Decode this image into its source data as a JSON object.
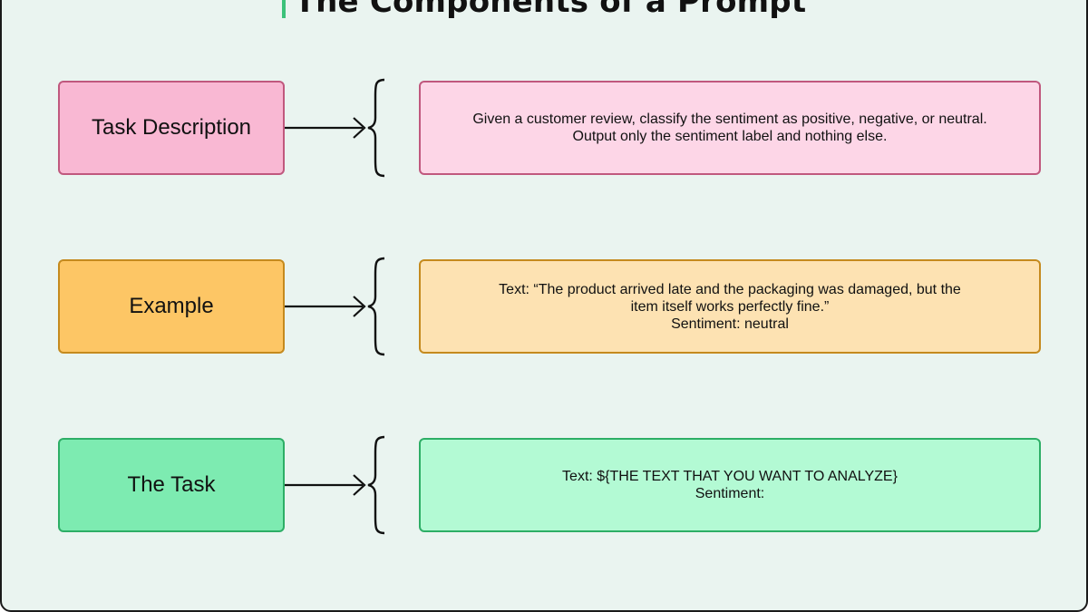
{
  "title": "The Components of a Prompt",
  "rows": [
    {
      "label": "Task Description",
      "lines": [
        "Given a customer review, classify the sentiment as positive, negative, or neutral.",
        "Output only the sentiment label and nothing else."
      ]
    },
    {
      "label": "Example",
      "lines": [
        "Text: “The product arrived late and the packaging was damaged, but the",
        "item itself works perfectly fine.”",
        "Sentiment: neutral"
      ]
    },
    {
      "label": "The Task",
      "lines": [
        "Text: ${THE TEXT THAT YOU WANT TO ANALYZE}",
        "Sentiment:"
      ]
    }
  ],
  "colors": {
    "background": "#eaf4f0",
    "title_accent": "#3cc27a",
    "pink_fill": "#f9b8d3",
    "pink_light": "#fdd6e7",
    "pink_border": "#c0587e",
    "orange_fill": "#fdc665",
    "orange_light": "#fde2b2",
    "orange_border": "#c58a1e",
    "green_fill": "#7debb1",
    "green_light": "#b3fad4",
    "green_border": "#2dae66"
  }
}
